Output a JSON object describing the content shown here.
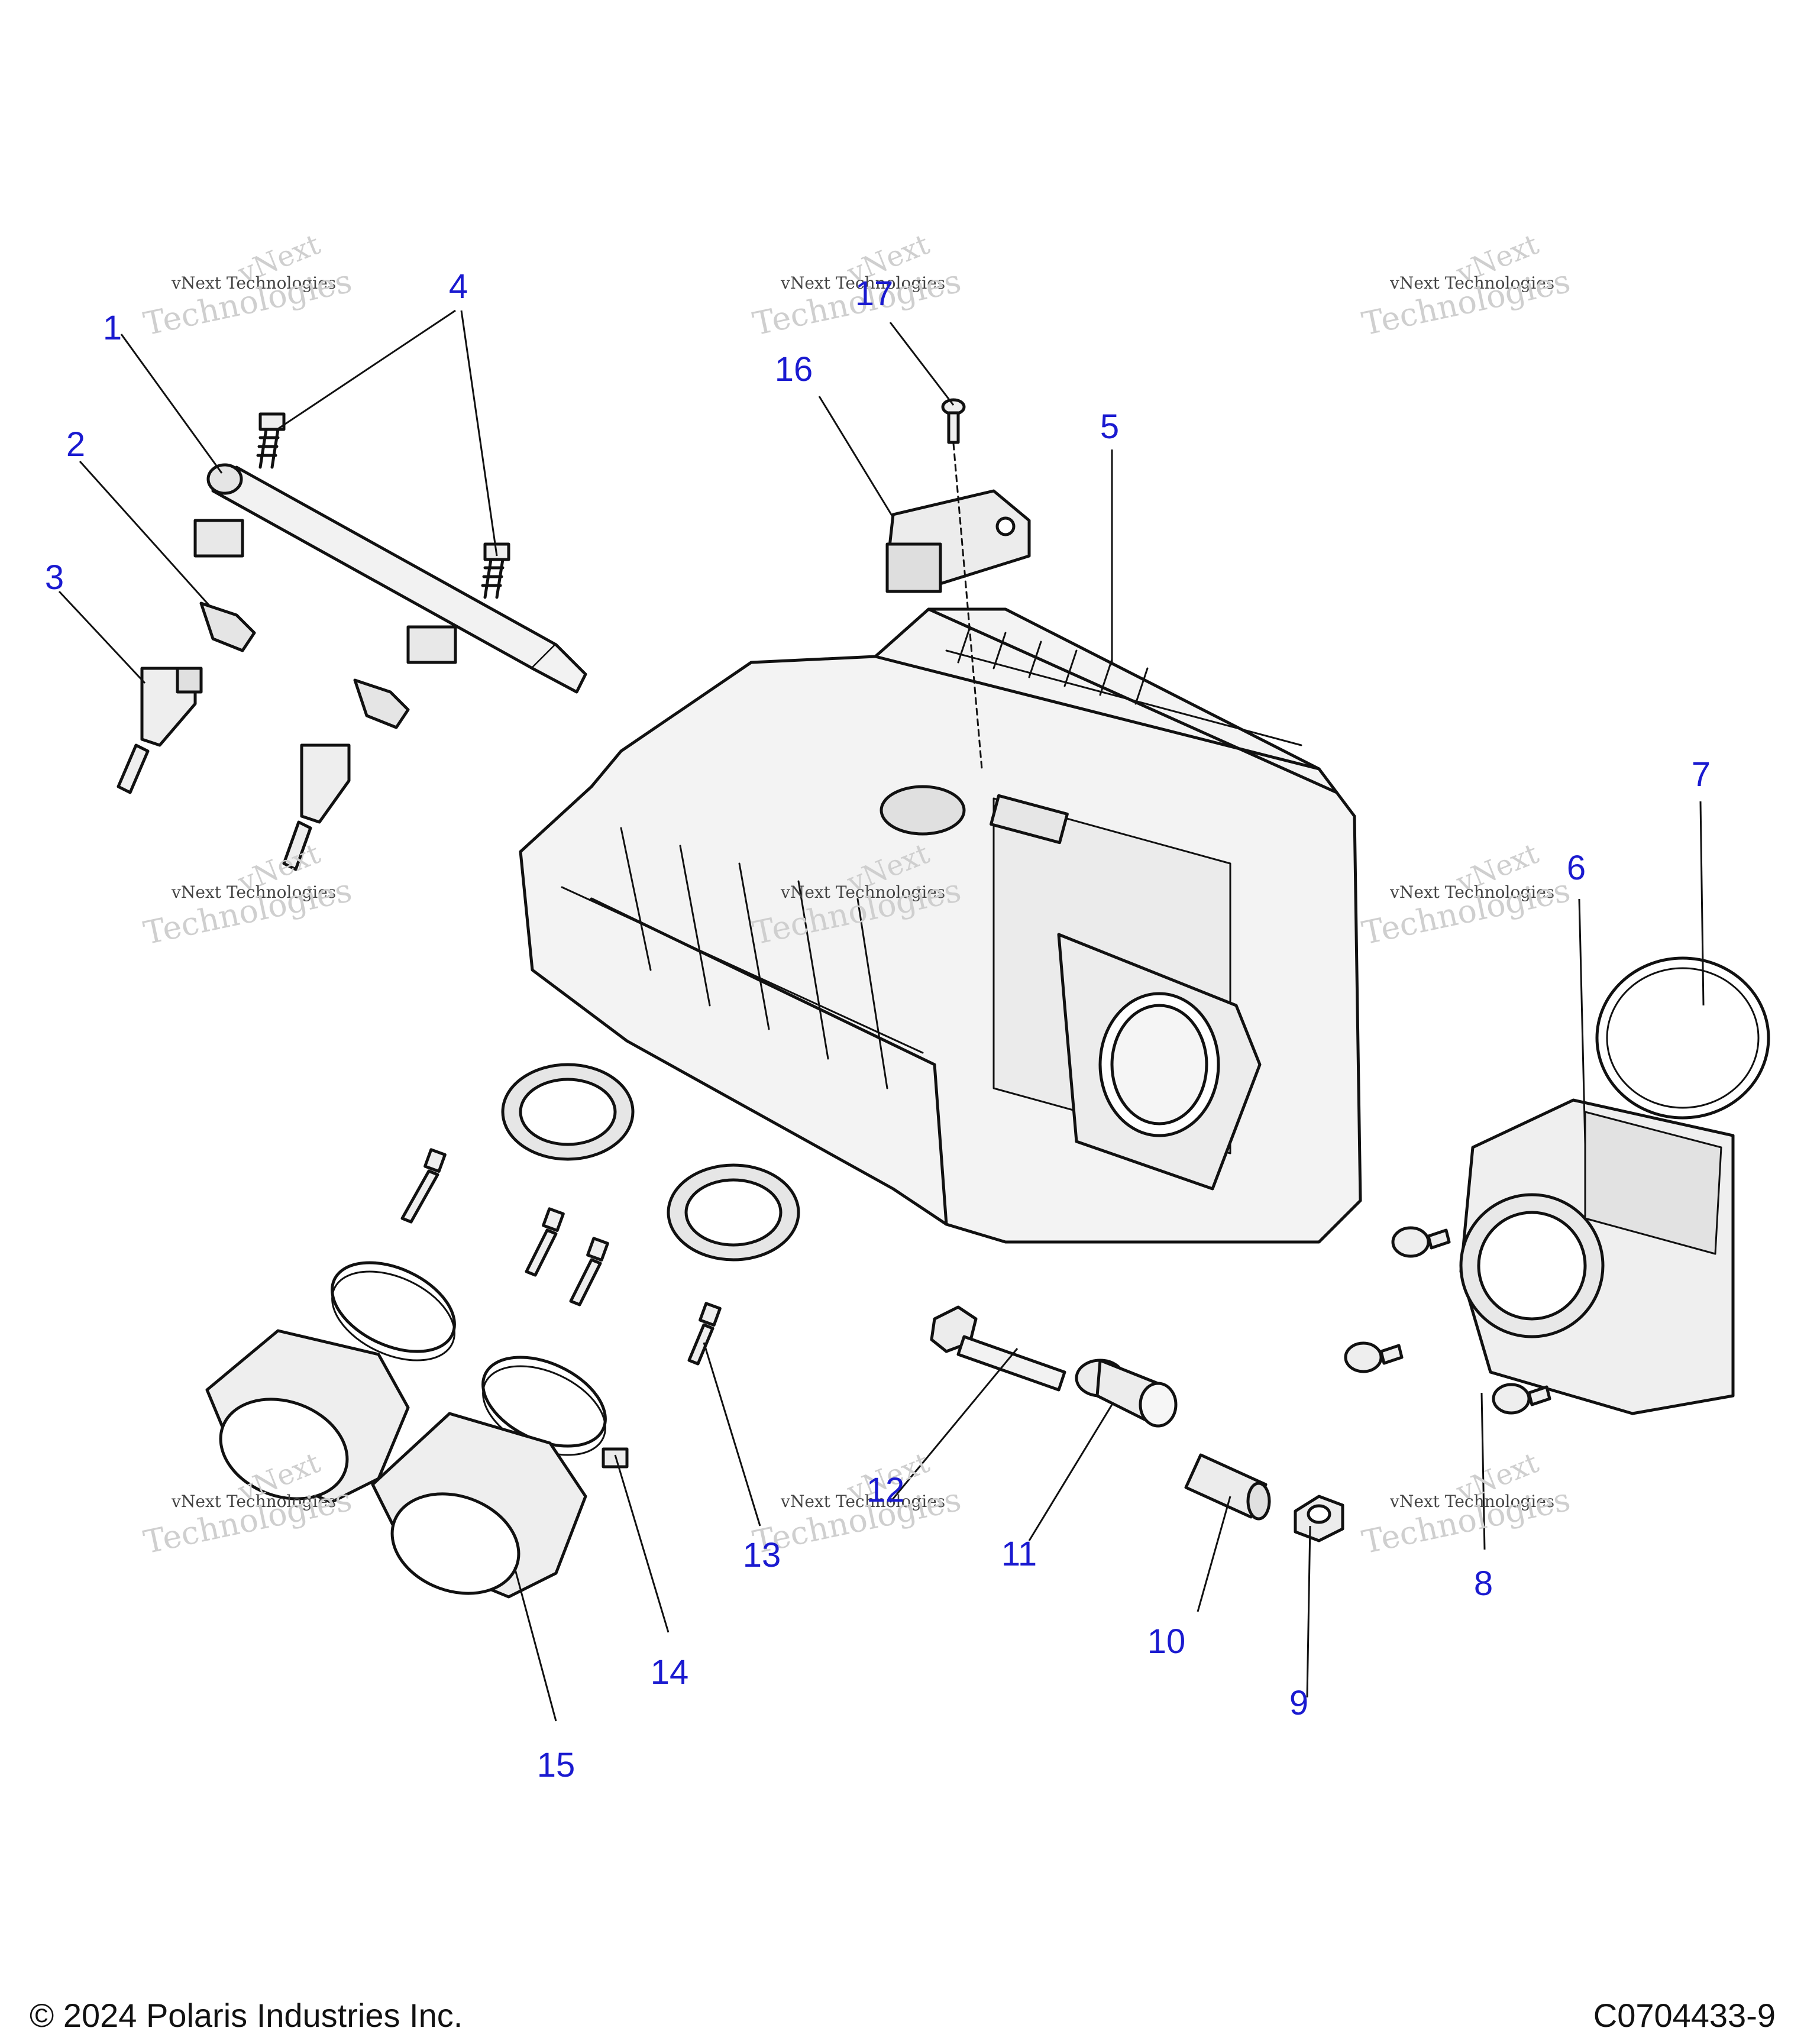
{
  "callouts": [
    "1",
    "2",
    "3",
    "4",
    "5",
    "6",
    "7",
    "8",
    "9",
    "10",
    "11",
    "12",
    "13",
    "14",
    "15",
    "16",
    "17"
  ],
  "watermark": {
    "line1": "vNext",
    "line2": "vNext Technologies",
    "line3": "Technologies"
  },
  "footer": {
    "copyright": "© 2024 Polaris Industries Inc.",
    "code": "C0704433-9"
  },
  "colors": {
    "callout": "#1a1ad0",
    "line": "#111111",
    "part_fill": "#f2f2f2",
    "part_shade": "#d9d9d9"
  }
}
